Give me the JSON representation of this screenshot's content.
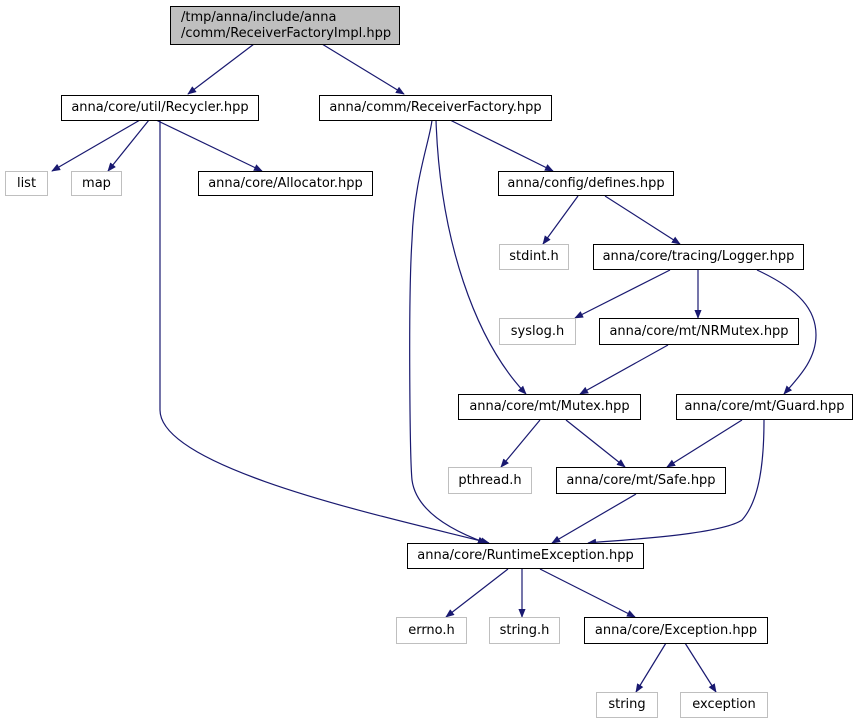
{
  "colors": {
    "edge": "#191970",
    "root_fill": "#bfbfbf",
    "external_border": "#bfbfbf",
    "node_border": "#000000"
  },
  "nodes": {
    "root": {
      "line1": "/tmp/anna/include/anna",
      "line2": "/comm/ReceiverFactoryImpl.hpp"
    },
    "recycler": "anna/core/util/Recycler.hpp",
    "receiver_factory": "anna/comm/ReceiverFactory.hpp",
    "list": "list",
    "map": "map",
    "allocator": "anna/core/Allocator.hpp",
    "defines": "anna/config/defines.hpp",
    "stdint": "stdint.h",
    "logger": "anna/core/tracing/Logger.hpp",
    "syslog": "syslog.h",
    "nrmutex": "anna/core/mt/NRMutex.hpp",
    "mutex": "anna/core/mt/Mutex.hpp",
    "guard": "anna/core/mt/Guard.hpp",
    "pthread": "pthread.h",
    "safe": "anna/core/mt/Safe.hpp",
    "runtime_exception": "anna/core/RuntimeException.hpp",
    "errno": "errno.h",
    "string_h": "string.h",
    "exception_hpp": "anna/core/Exception.hpp",
    "string": "string",
    "exception": "exception"
  }
}
